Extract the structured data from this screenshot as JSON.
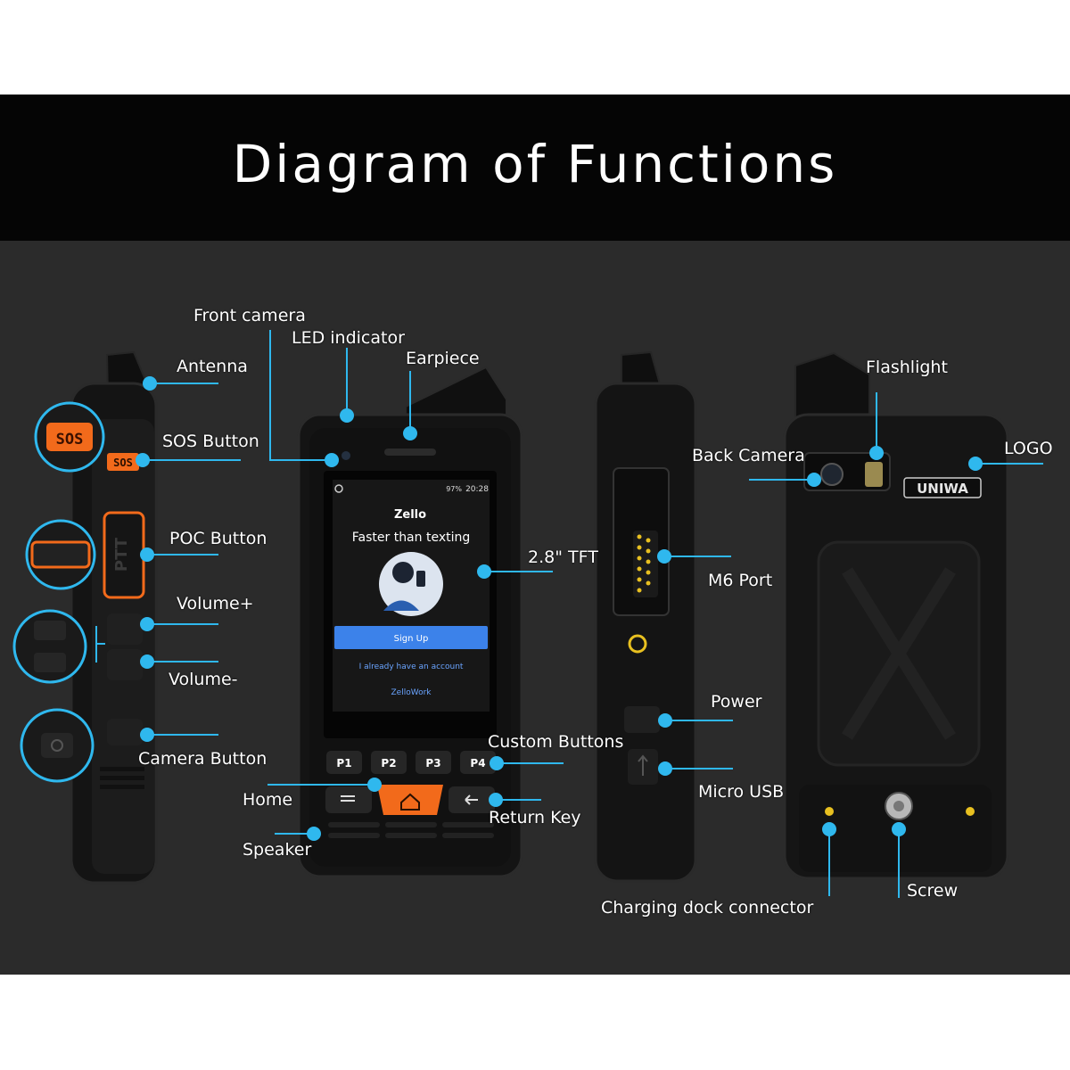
{
  "title": "Diagram of Functions",
  "colors": {
    "background": "#2b2b2b",
    "header": "#050505",
    "callout": "#2fb8ee",
    "accent_orange": "#f26a1b",
    "phone_body": "#141414",
    "screen_button": "#3c82ea"
  },
  "labels": {
    "front_camera": "Front camera",
    "led_indicator": "LED indicator",
    "earpiece": "Earpiece",
    "antenna": "Antenna",
    "sos_button": "SOS Button",
    "poc_button": "POC Button",
    "volume_up": "Volume+",
    "volume_down": "Volume-",
    "camera_button": "Camera Button",
    "home": "Home",
    "speaker": "Speaker",
    "custom_buttons": "Custom Buttons",
    "return_key": "Return Key",
    "tft": "2.8\" TFT",
    "flashlight": "Flashlight",
    "back_camera": "Back Camera",
    "logo": "LOGO",
    "m6_port": "M6 Port",
    "power": "Power",
    "micro_usb": "Micro USB",
    "charging_dock": "Charging dock connector",
    "screw": "Screw"
  },
  "device": {
    "sos_text": "SOS",
    "ptt_text": "PTT",
    "brand": "UNIWA",
    "keys": [
      "P1",
      "P2",
      "P3",
      "P4"
    ]
  },
  "screen": {
    "status_time": "20:28",
    "battery": "97%",
    "app_logo": "Zello",
    "tagline": "Faster than texting",
    "signup_button": "Sign Up",
    "account_link": "I already have an account",
    "work_link": "ZelloWork"
  }
}
